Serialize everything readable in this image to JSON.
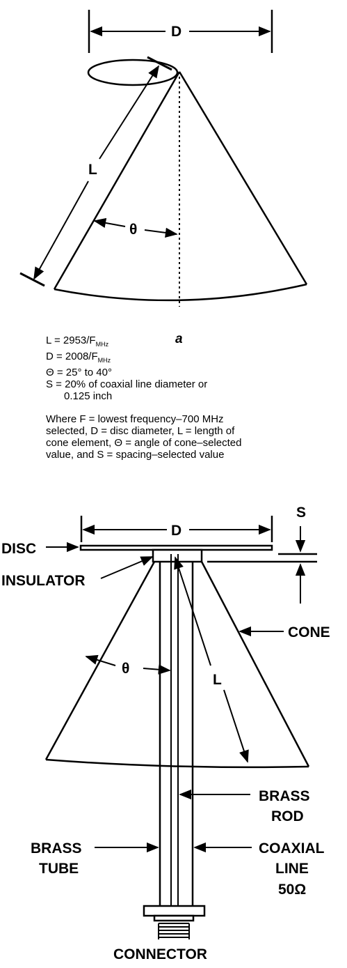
{
  "figure_a": {
    "dim_d": "D",
    "dim_l": "L",
    "theta": "θ",
    "tag": "a"
  },
  "legend": {
    "line_l": "L = 2953/F",
    "line_l_sub": "MHz",
    "line_d": "D = 2008/F",
    "line_d_sub": "MHz",
    "line_theta": "Θ = 25° to 40°",
    "line_s1": "S = 20% of coaxial line diameter or",
    "line_s2": "0.125 inch",
    "note": "Where F = lowest frequency–700 MHz selected, D = disc diameter, L = length of cone element, Θ = angle of cone–selected value, and S = spacing–selected value"
  },
  "figure_b": {
    "dim_d": "D",
    "dim_s": "S",
    "disc": "DISC",
    "insulator": "INSULATOR",
    "cone": "CONE",
    "theta": "θ",
    "dim_l": "L",
    "brass_rod_1": "BRASS",
    "brass_rod_2": "ROD",
    "brass_tube_1": "BRASS",
    "brass_tube_2": "TUBE",
    "coaxial_1": "COAXIAL",
    "coaxial_2": "LINE",
    "coaxial_3": "50Ω",
    "connector": "CONNECTOR"
  }
}
